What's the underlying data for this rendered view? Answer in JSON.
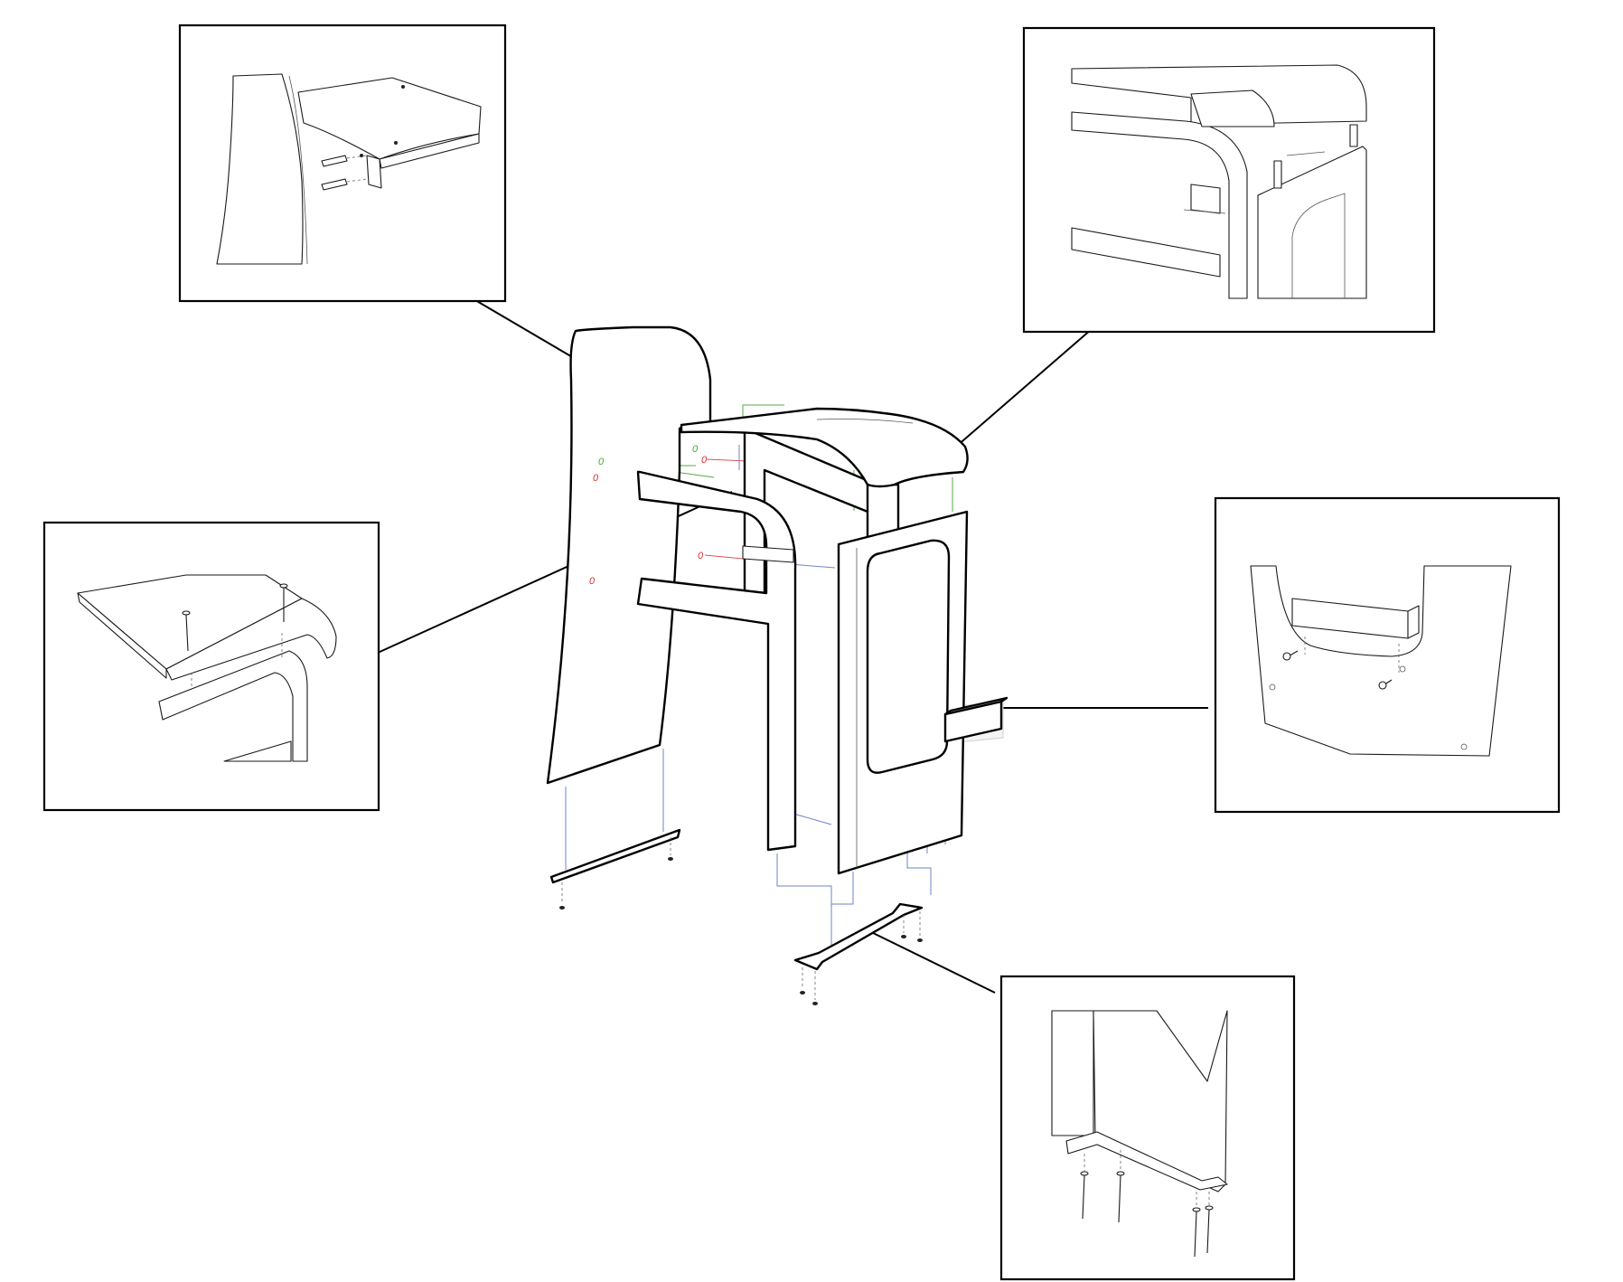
{
  "figure": {
    "type": "exploded-assembly-drawing",
    "subject": "bar-stool",
    "callouts": [
      {
        "id": "backrest-seat-dowel-joint",
        "icon": "dowel-joint-detail"
      },
      {
        "id": "seat-side-panel-dowel-joint",
        "icon": "seat-edge-detail"
      },
      {
        "id": "seat-crossbar-screw-joint",
        "icon": "screw-top-detail"
      },
      {
        "id": "side-panel-footrest-screw-joint",
        "icon": "footrest-detail"
      },
      {
        "id": "base-bracket-screw-joint",
        "icon": "base-bracket-detail"
      }
    ],
    "guide_marks": {
      "red": [
        "0",
        "0",
        "0",
        "0"
      ],
      "green": [
        "0",
        "0"
      ]
    },
    "colors": {
      "line": "#000000",
      "guide_blue": "#6a86c6",
      "guide_green": "#55aa44",
      "guide_red": "#dd5555",
      "background": "#ffffff"
    }
  }
}
